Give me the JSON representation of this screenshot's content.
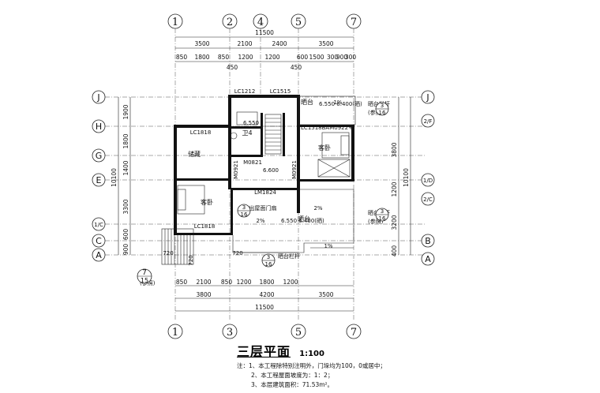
{
  "title": "三层平面",
  "scale": "1:100",
  "notes": [
    "注：1、本工程除特别注明外，门垛均为100，0或居中；",
    "2、本工程屋面坡度为：1：2；",
    "3、本层建筑面积：71.53m²。"
  ],
  "grid_top": [
    "1",
    "2",
    "4",
    "5",
    "7"
  ],
  "grid_bottom": [
    "1",
    "3",
    "5",
    "7"
  ],
  "grid_left": [
    "J",
    "H",
    "G",
    "E",
    "1/C",
    "C",
    "A"
  ],
  "grid_right": [
    "J",
    "2/F",
    "1/D",
    "2/C",
    "B",
    "A"
  ],
  "dims_top_total": "11500",
  "dims_top_mid": [
    "3500",
    "2100",
    "2400",
    "3500"
  ],
  "dims_top_fine": [
    "850",
    "1800",
    "850",
    "1200",
    "1200",
    "600",
    "1500",
    "300",
    "900",
    "300"
  ],
  "dims_top_small": [
    "450",
    "450"
  ],
  "dims_bottom_fine": [
    "850",
    "2100",
    "850",
    "1200",
    "1800",
    "1200"
  ],
  "dims_bottom_mid": [
    "3800",
    "4200",
    "3500"
  ],
  "dims_bottom_total": "11500",
  "dims_left_fine": [
    "1900",
    "1800",
    "1400",
    "3300",
    "600",
    "900"
  ],
  "dims_left_total": "10100",
  "dims_right_fine": [
    "3800",
    "1200",
    "3200",
    "400"
  ],
  "dims_right_total": "10100",
  "rooms": {
    "storage": "储藏",
    "bedroom_left": "客卧",
    "bedroom_right": "客卧",
    "wc": "卫4",
    "terrace_top": "晒台",
    "terrace_mid": "晒台"
  },
  "labels": {
    "lc1212": "LC1212",
    "lc1515": "LC1515",
    "lc1818_top": "LC1818",
    "lc1818_bottom": "LC1818",
    "lc1518": "LC1518BAM0922+",
    "m0821": "M0821",
    "m0921_left": "M0921",
    "m0921_right": "M0921",
    "lm1824": "LM1824",
    "level_6550": "6.550",
    "level_6600": "6.600",
    "level_top": "6.550\n6.400(晒)",
    "level_mid": "6.550\n6.400(晒)",
    "slope_2pct": "2%",
    "slope_1pct": "1%",
    "stair_door": "出屋面门扇",
    "railing": "晒台栏杆",
    "railing_ref": "(参照)",
    "stair_label": "楼梯",
    "stair_ref": "(参照)",
    "detail_3": "3",
    "detail_16": "16",
    "detail_7": "7",
    "detail_15": "15",
    "dim_720_a": "720",
    "dim_720_b": "720",
    "dim_720_c": "720"
  }
}
